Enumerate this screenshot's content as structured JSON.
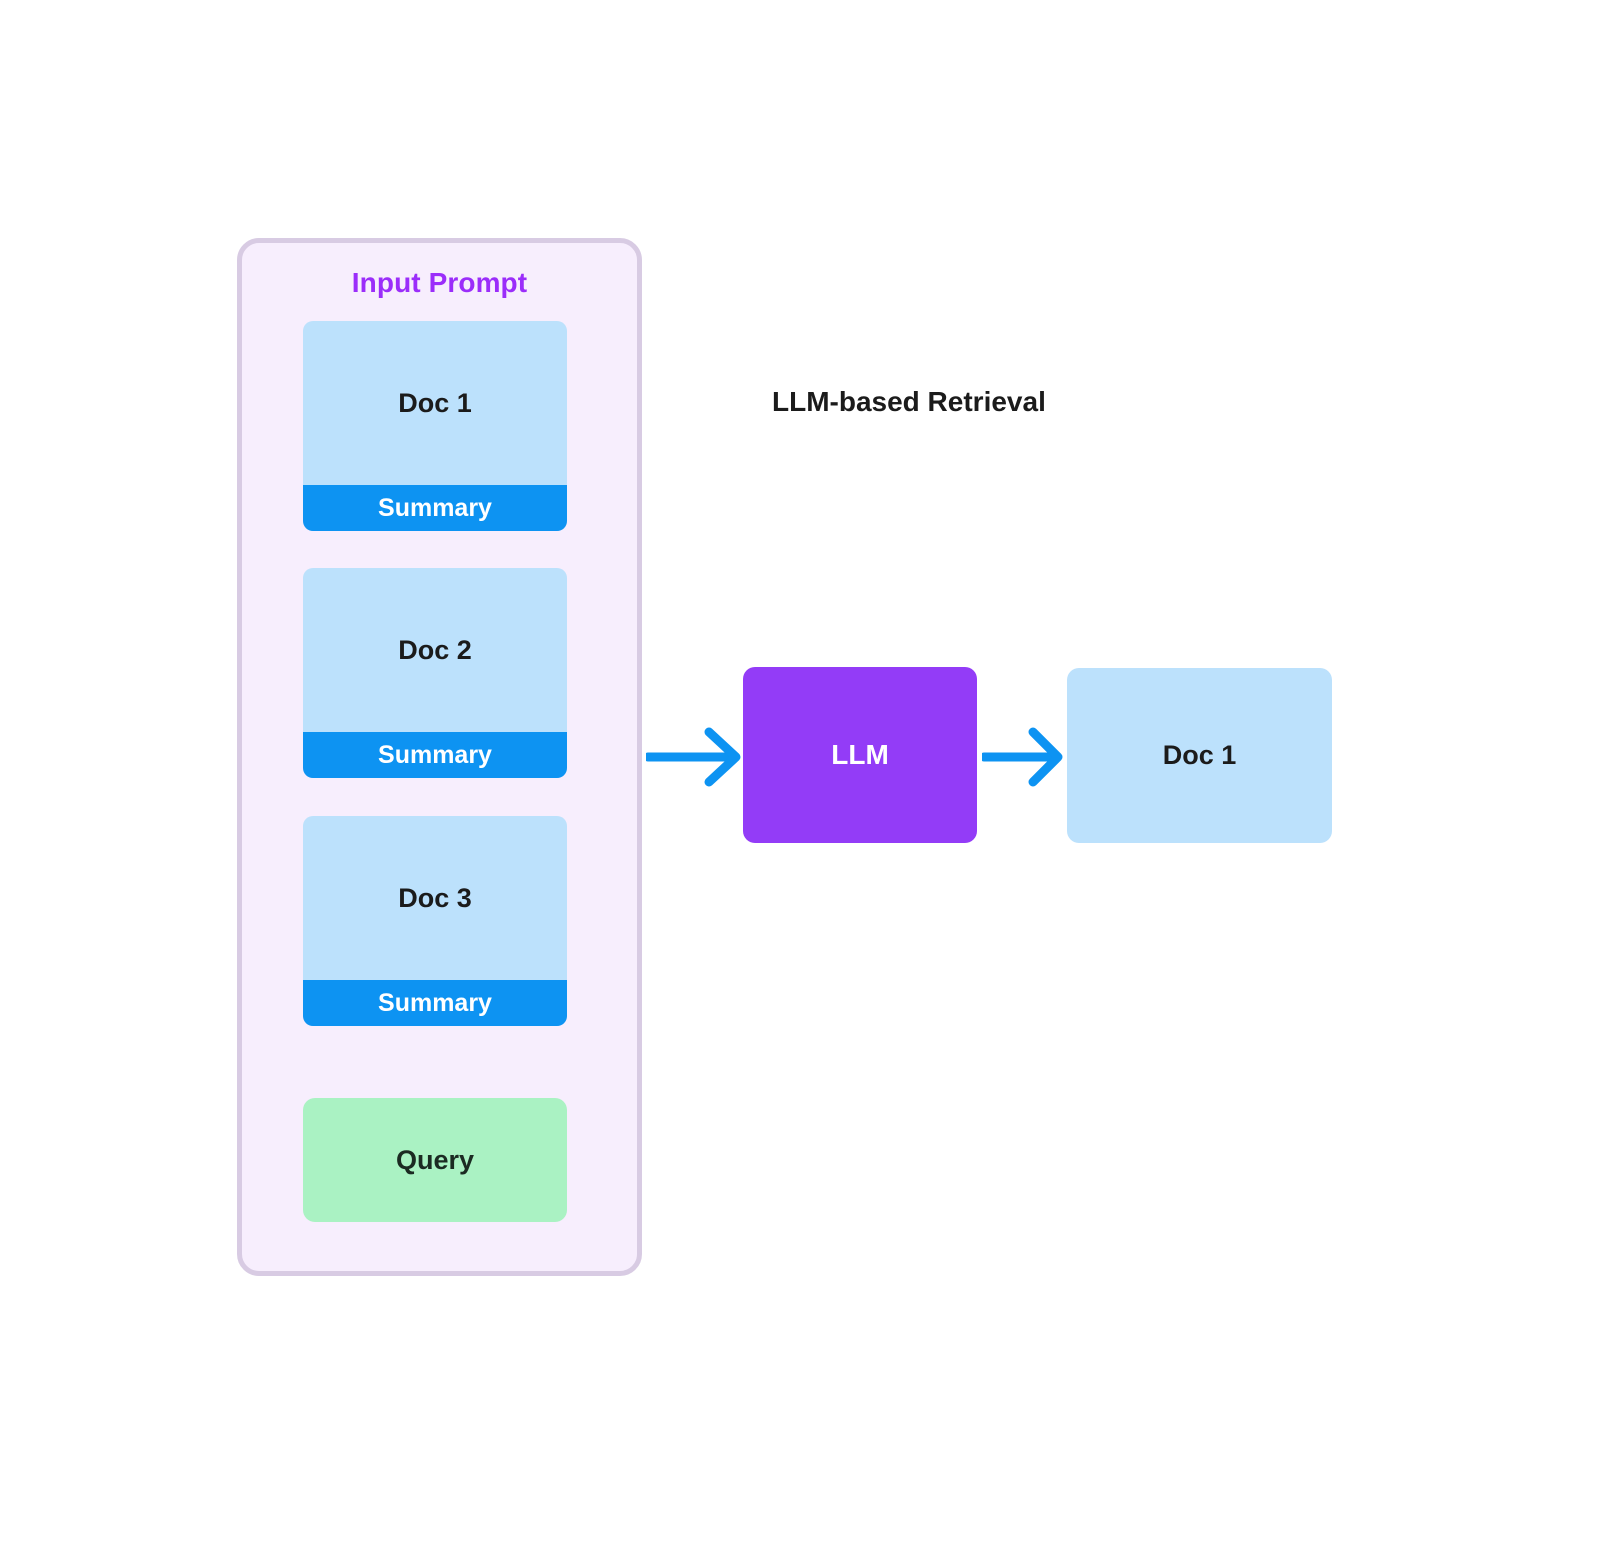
{
  "diagram": {
    "title": "LLM-based Retrieval",
    "background": "#ffffff",
    "colors": {
      "panel_fill": "#f7eefd",
      "panel_border": "#d8cbe3",
      "panel_title": "#9b2dfa",
      "doc_fill": "#bce1fc",
      "summary_fill": "#0d93f2",
      "summary_text": "#ffffff",
      "query_fill": "#aaf2c3",
      "llm_fill": "#933cf7",
      "llm_text": "#ffffff",
      "arrow": "#0d93f2",
      "node_text": "#1b1b1b"
    }
  },
  "input_prompt": {
    "title": "Input Prompt",
    "documents": [
      {
        "name": "Doc 1",
        "summary_label": "Summary"
      },
      {
        "name": "Doc 2",
        "summary_label": "Summary"
      },
      {
        "name": "Doc 3",
        "summary_label": "Summary"
      }
    ],
    "query": {
      "label": "Query"
    }
  },
  "pipeline": {
    "llm_node": {
      "label": "LLM"
    },
    "output_node": {
      "label": "Doc 1"
    },
    "arrows": [
      {
        "name": "prompt-to-llm",
        "icon": "arrow-right-icon"
      },
      {
        "name": "llm-to-output",
        "icon": "arrow-right-icon"
      }
    ]
  }
}
